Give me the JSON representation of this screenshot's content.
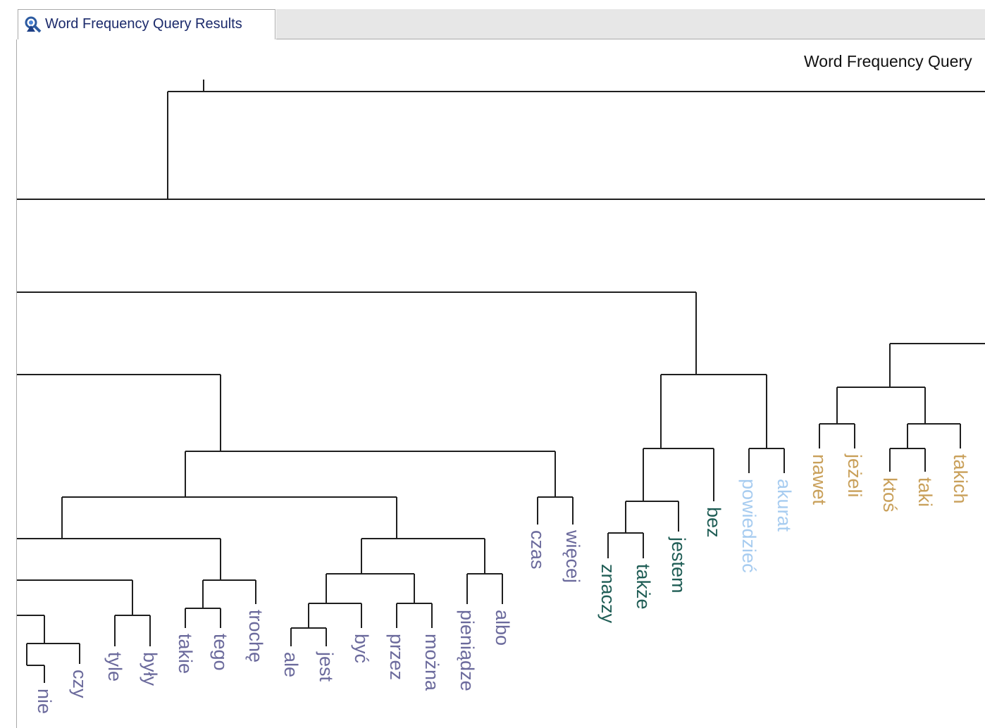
{
  "tab": {
    "label": "Word Frequency Query Results",
    "icon": "query-results-icon"
  },
  "title": "Word Frequency Query",
  "colors": {
    "line": "#1f1f1f",
    "purple": "#6b6a9c",
    "teal": "#1f5d55",
    "lightblue": "#a7ccf0",
    "orange": "#c9a05a"
  },
  "leaves": [
    {
      "word": "nie",
      "color": "purple"
    },
    {
      "word": "czy",
      "color": "purple"
    },
    {
      "word": "tyle",
      "color": "purple"
    },
    {
      "word": "były",
      "color": "purple"
    },
    {
      "word": "takie",
      "color": "purple"
    },
    {
      "word": "tego",
      "color": "purple"
    },
    {
      "word": "trochę",
      "color": "purple"
    },
    {
      "word": "ale",
      "color": "purple"
    },
    {
      "word": "jest",
      "color": "purple"
    },
    {
      "word": "być",
      "color": "purple"
    },
    {
      "word": "przez",
      "color": "purple"
    },
    {
      "word": "można",
      "color": "purple"
    },
    {
      "word": "pieniądze",
      "color": "purple"
    },
    {
      "word": "albo",
      "color": "purple"
    },
    {
      "word": "czas",
      "color": "purple"
    },
    {
      "word": "więcej",
      "color": "purple"
    },
    {
      "word": "znaczy",
      "color": "teal"
    },
    {
      "word": "także",
      "color": "teal"
    },
    {
      "word": "jestem",
      "color": "teal"
    },
    {
      "word": "bez",
      "color": "teal"
    },
    {
      "word": "powiedzieć",
      "color": "lightblue"
    },
    {
      "word": "akurat",
      "color": "lightblue"
    },
    {
      "word": "nawet",
      "color": "orange"
    },
    {
      "word": "jeżeli",
      "color": "orange"
    },
    {
      "word": "ktoś",
      "color": "orange"
    },
    {
      "word": "taki",
      "color": "orange"
    },
    {
      "word": "takich",
      "color": "orange"
    }
  ]
}
